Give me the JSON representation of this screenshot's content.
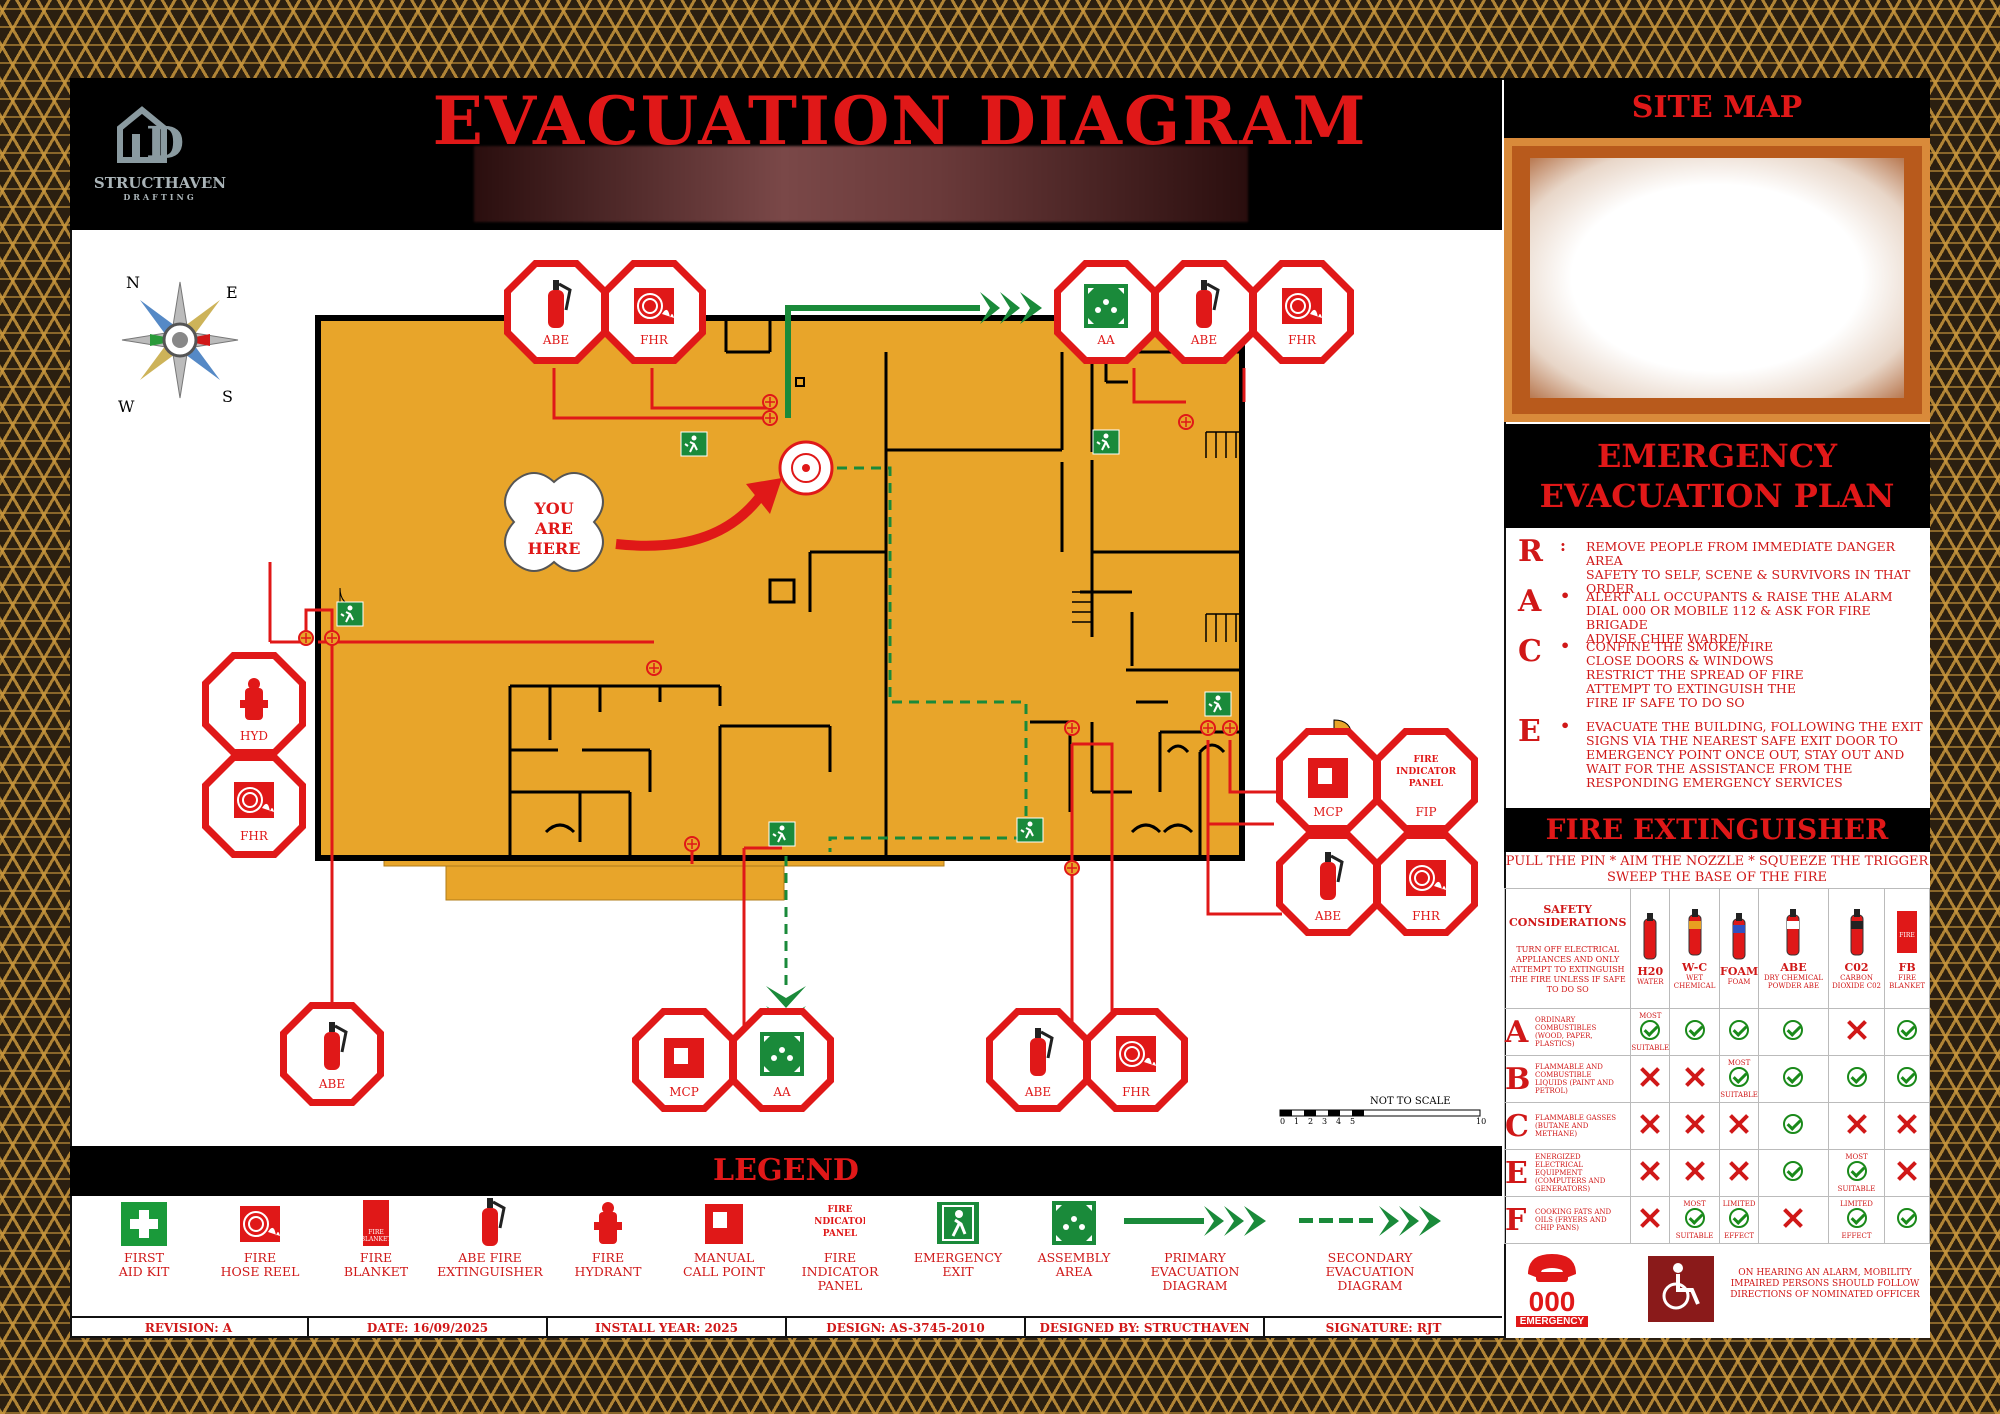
{
  "header": {
    "title": "EVACUATION DIAGRAM",
    "logo_line1": "STRUCTHAVEN",
    "logo_line2": "DRAFTING"
  },
  "plan": {
    "you_are_here": [
      "YOU",
      "ARE",
      "HERE"
    ],
    "not_to_scale": "NOT TO SCALE",
    "scale_ticks": [
      "0",
      "1",
      "2",
      "3",
      "4",
      "5",
      "10"
    ],
    "compass": {
      "n": "N",
      "e": "E",
      "s": "S",
      "w": "W"
    },
    "signs": {
      "abe": "ABE",
      "fhr": "FHR",
      "aa": "AA",
      "hyd": "HYD",
      "mcp": "MCP",
      "fip": "FIP",
      "fip_text": [
        "FIRE",
        "INDICATOR",
        "PANEL"
      ]
    }
  },
  "site_map": {
    "title": "SITE MAP"
  },
  "emergency_plan": {
    "title_line1": "EMERGENCY",
    "title_line2": "EVACUATION PLAN",
    "race": [
      {
        "letter": "R",
        "lines": [
          "REMOVE PEOPLE FROM IMMEDIATE DANGER AREA",
          "SAFETY TO SELF, SCENE & SURVIVORS IN THAT",
          "ORDER"
        ]
      },
      {
        "letter": "A",
        "lines": [
          "ALERT ALL OCCUPANTS & RAISE THE ALARM",
          "DIAL 000 OR MOBILE 112 & ASK FOR FIRE BRIGADE",
          "ADVISE CHIEF WARDEN"
        ]
      },
      {
        "letter": "C",
        "lines": [
          "CONFINE THE SMOKE/FIRE",
          "CLOSE DOORS & WINDOWS",
          "RESTRICT THE SPREAD OF FIRE",
          "ATTEMPT TO EXTINGUISH THE",
          "FIRE IF SAFE TO DO SO"
        ]
      },
      {
        "letter": "E",
        "lines": [
          "EVACUATE THE BUILDING, FOLLOWING THE EXIT",
          "SIGNS VIA THE NEAREST SAFE EXIT DOOR TO",
          "EMERGENCY POINT ONCE OUT, STAY OUT AND",
          "WAIT FOR THE ASSISTANCE FROM THE",
          "RESPONDING EMERGENCY SERVICES"
        ]
      }
    ]
  },
  "fire_extinguisher": {
    "title": "FIRE EXTINGUISHER",
    "instructions_line1": "PULL THE PIN * AIM THE NOZZLE * SQUEEZE THE TRIGGER",
    "instructions_line2": "SWEEP THE BASE OF THE FIRE",
    "safety_title": "SAFETY CONSIDERATIONS",
    "safety_text": "TURN OFF ELECTRICAL APPLIANCES AND ONLY ATTEMPT TO EXTINGUISH THE FIRE UNLESS IF SAFE TO DO SO",
    "types": [
      {
        "code": "H20",
        "desc": "WATER",
        "color": "#e01818"
      },
      {
        "code": "W-C",
        "desc": "WET CHEMICAL",
        "color": "#e8a020"
      },
      {
        "code": "FOAM",
        "desc": "FOAM",
        "color": "#3050c0"
      },
      {
        "code": "ABE",
        "desc": "DRY CHEMICAL POWDER ABE",
        "color": "#ffffff"
      },
      {
        "code": "C02",
        "desc": "CARBON DIOXIDE C02",
        "color": "#222222"
      },
      {
        "code": "FB",
        "desc": "FIRE BLANKET",
        "color": "#e01818"
      }
    ],
    "classes": [
      {
        "letter": "A",
        "desc": "ORDINARY COMBUSTIBLES (WOOD, PAPER, PLASTICS)",
        "marks": [
          "yes",
          "yes",
          "yes",
          "yes",
          "no",
          "yes"
        ],
        "notes": [
          "MOST|SUITABLE",
          "",
          "",
          "",
          "",
          ""
        ]
      },
      {
        "letter": "B",
        "desc": "FLAMMABLE AND COMBUSTIBLE LIQUIDS (PAINT AND PETROL)",
        "marks": [
          "no",
          "no",
          "yes",
          "yes",
          "yes",
          "yes"
        ],
        "notes": [
          "",
          "",
          "MOST|SUITABLE",
          "",
          "",
          ""
        ]
      },
      {
        "letter": "C",
        "desc": "FLAMMABLE GASSES (BUTANE AND METHANE)",
        "marks": [
          "no",
          "no",
          "no",
          "yes",
          "no",
          "no"
        ],
        "notes": [
          "",
          "",
          "",
          "",
          "",
          ""
        ]
      },
      {
        "letter": "E",
        "desc": "ENERGIZED ELECTRICAL EQUIPMENT (COMPUTERS AND GENERATORS)",
        "marks": [
          "no",
          "no",
          "no",
          "yes",
          "yes",
          "no"
        ],
        "notes": [
          "",
          "",
          "",
          "",
          "MOST|SUITABLE",
          ""
        ]
      },
      {
        "letter": "F",
        "desc": "COOKING FATS AND OILS (FRYERS AND CHIP PANS)",
        "marks": [
          "no",
          "yes",
          "yes",
          "no",
          "yes",
          "yes"
        ],
        "notes": [
          "",
          "MOST|SUITABLE",
          "LIMITED|EFFECT",
          "",
          "LIMITED|EFFECT",
          ""
        ]
      }
    ],
    "emergency_number": "000",
    "emergency_label": "EMERGENCY",
    "impaired_note": "ON HEARING AN ALARM, MOBILITY IMPAIRED PERSONS SHOULD FOLLOW DIRECTIONS OF NOMINATED OFFICER"
  },
  "legend": {
    "title": "LEGEND",
    "items": [
      {
        "l1": "FIRST",
        "l2": "AID KIT"
      },
      {
        "l1": "FIRE",
        "l2": "HOSE REEL"
      },
      {
        "l1": "FIRE",
        "l2": "BLANKET"
      },
      {
        "l1": "ABE FIRE",
        "l2": "EXTINGUISHER"
      },
      {
        "l1": "FIRE",
        "l2": "HYDRANT"
      },
      {
        "l1": "MANUAL",
        "l2": "CALL POINT"
      },
      {
        "l1": "FIRE",
        "l2": "INDICATOR PANEL"
      },
      {
        "l1": "EMERGENCY",
        "l2": "EXIT"
      },
      {
        "l1": "ASSEMBLY",
        "l2": "AREA"
      },
      {
        "l1": "PRIMARY EVACUATION",
        "l2": "DIAGRAM"
      },
      {
        "l1": "SECONDARY EVACUATION",
        "l2": "DIAGRAM"
      }
    ],
    "fire_blanket_icon_text": [
      "FIRE",
      "BLANKET"
    ]
  },
  "footer": {
    "revision": "REVISION: A",
    "date": "DATE: 16/09/2025",
    "install_year": "INSTALL YEAR: 2025",
    "design": "DESIGN: AS-3745-2010",
    "designed_by": "DESIGNED BY: STRUCTHAVEN",
    "signature": "SIGNATURE: RJT"
  },
  "colors": {
    "red": "#e01818",
    "green": "#1a8a1a",
    "floor": "#e8a52a",
    "black": "#000000"
  }
}
